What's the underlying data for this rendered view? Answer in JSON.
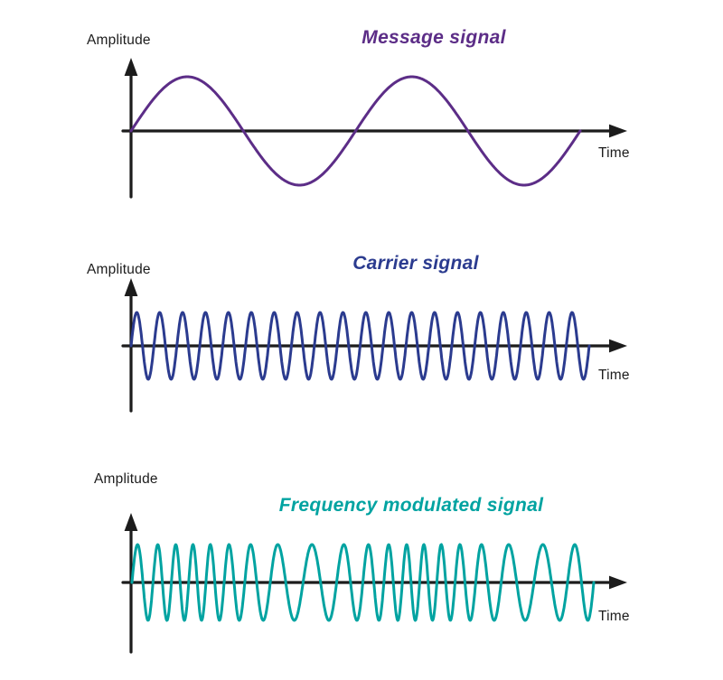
{
  "figure": {
    "background": "#ffffff",
    "axis_color": "#1c1c1c",
    "text_color": "#1c1c1c"
  },
  "panels": [
    {
      "id": "message-signal",
      "title": "Message signal",
      "amplitude_label": "Amplitude",
      "time_label": "Time",
      "color": "#5C2D87",
      "wave": {
        "type": "sine",
        "cycles": 2
      }
    },
    {
      "id": "carrier-signal",
      "title": "Carrier signal",
      "amplitude_label": "Amplitude",
      "time_label": "Time",
      "color": "#2B3B8F",
      "wave": {
        "type": "sine",
        "cycles": 20
      }
    },
    {
      "id": "frequency-modulated-signal",
      "title": "Frequency modulated signal",
      "amplitude_label": "Amplitude",
      "time_label": "Time",
      "color": "#00A3A1",
      "wave": {
        "type": "fm",
        "carrier_cycles": 20,
        "message_cycles": 2,
        "deviation": 0.35
      }
    }
  ]
}
